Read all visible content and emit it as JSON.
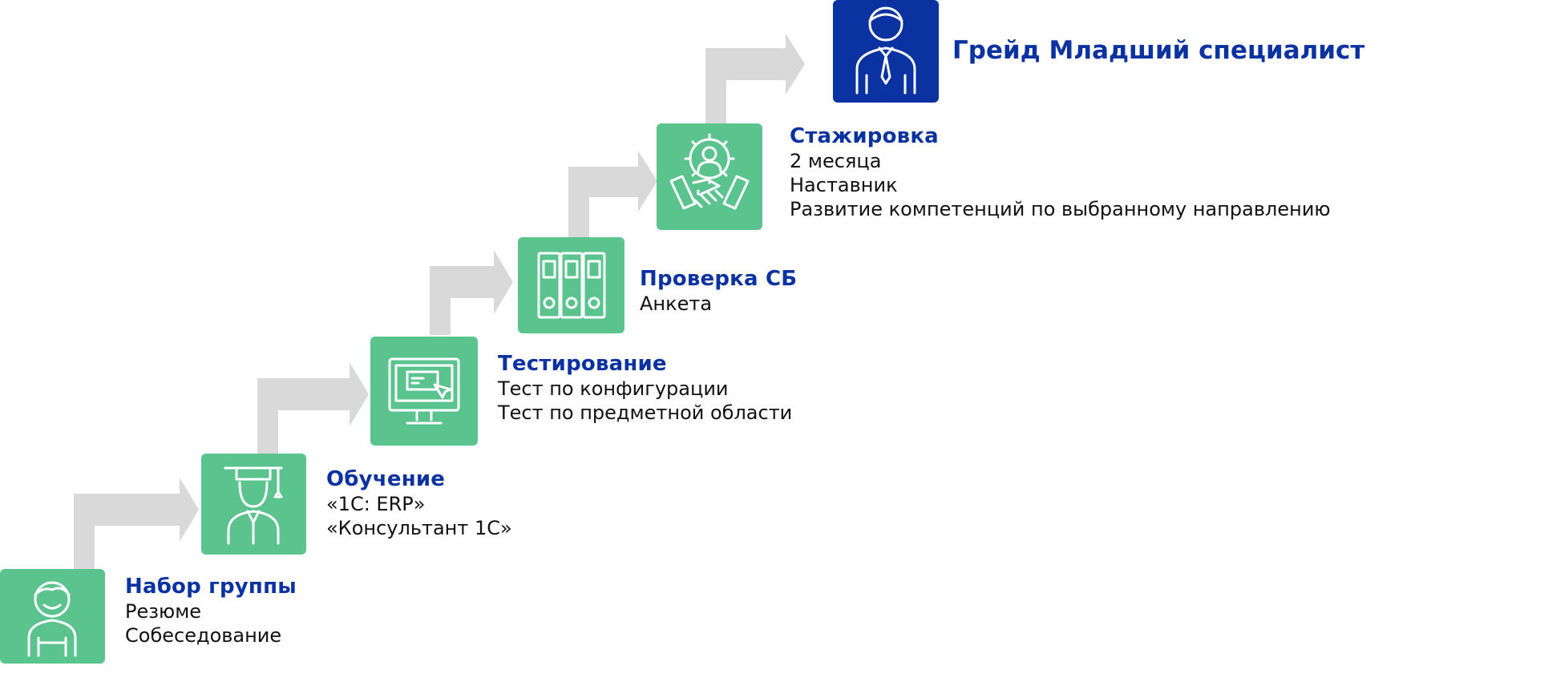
{
  "colors": {
    "green": "#5BC48E",
    "blue": "#0A32A0",
    "title": "#0A32A0",
    "text": "#111111",
    "arrow": "#D9D9D9",
    "icon_stroke": "#FFFFFF"
  },
  "steps": [
    {
      "title": "Набор группы",
      "lines": [
        "Резюме",
        "Собеседование"
      ],
      "icon": "person-icon"
    },
    {
      "title": "Обучение",
      "lines": [
        "«1С: ERP»",
        "«Консультант 1С»"
      ],
      "icon": "graduate-icon"
    },
    {
      "title": "Тестирование",
      "lines": [
        "Тест по конфигурации",
        "Тест по предметной области"
      ],
      "icon": "computer-monitor-icon"
    },
    {
      "title": "Проверка СБ",
      "lines": [
        "Анкета"
      ],
      "icon": "binders-icon"
    },
    {
      "title": "Стажировка",
      "lines": [
        "2 месяца",
        "Наставник",
        "Развитие компетенций по выбранному направлению"
      ],
      "icon": "handshake-gear-icon"
    }
  ],
  "final": {
    "title": "Грейд Младший специалист",
    "icon": "businessman-icon"
  }
}
